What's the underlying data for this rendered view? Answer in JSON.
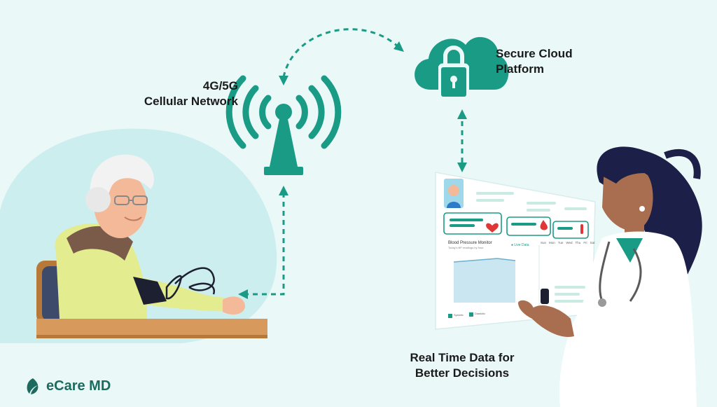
{
  "labels": {
    "network_line1": "4G/5G",
    "network_line2": "Cellular Network",
    "cloud_line1": "Secure Cloud",
    "cloud_line2": "Platform",
    "realtime_line1": "Real Time Data for",
    "realtime_line2": "Better Decisions"
  },
  "dashboard": {
    "chart_title": "Blood Pressure Monitor",
    "chart_subtitle": "Today's BP readings by hour",
    "live_label": "Live Data",
    "legend_1": "Systolic",
    "legend_2": "Diastolic",
    "calendar_days": [
      "Sun",
      "Mon",
      "Tue",
      "Wed",
      "Thu",
      "Fri",
      "Sat"
    ]
  },
  "brand": {
    "name_part1": "eCare",
    "name_part2": "MD"
  },
  "colors": {
    "primary": "#1a9b85",
    "dark": "#16806e",
    "background": "#eaf8f8",
    "blob": "#cdeeef",
    "brand_text": "#1d6b5e"
  }
}
